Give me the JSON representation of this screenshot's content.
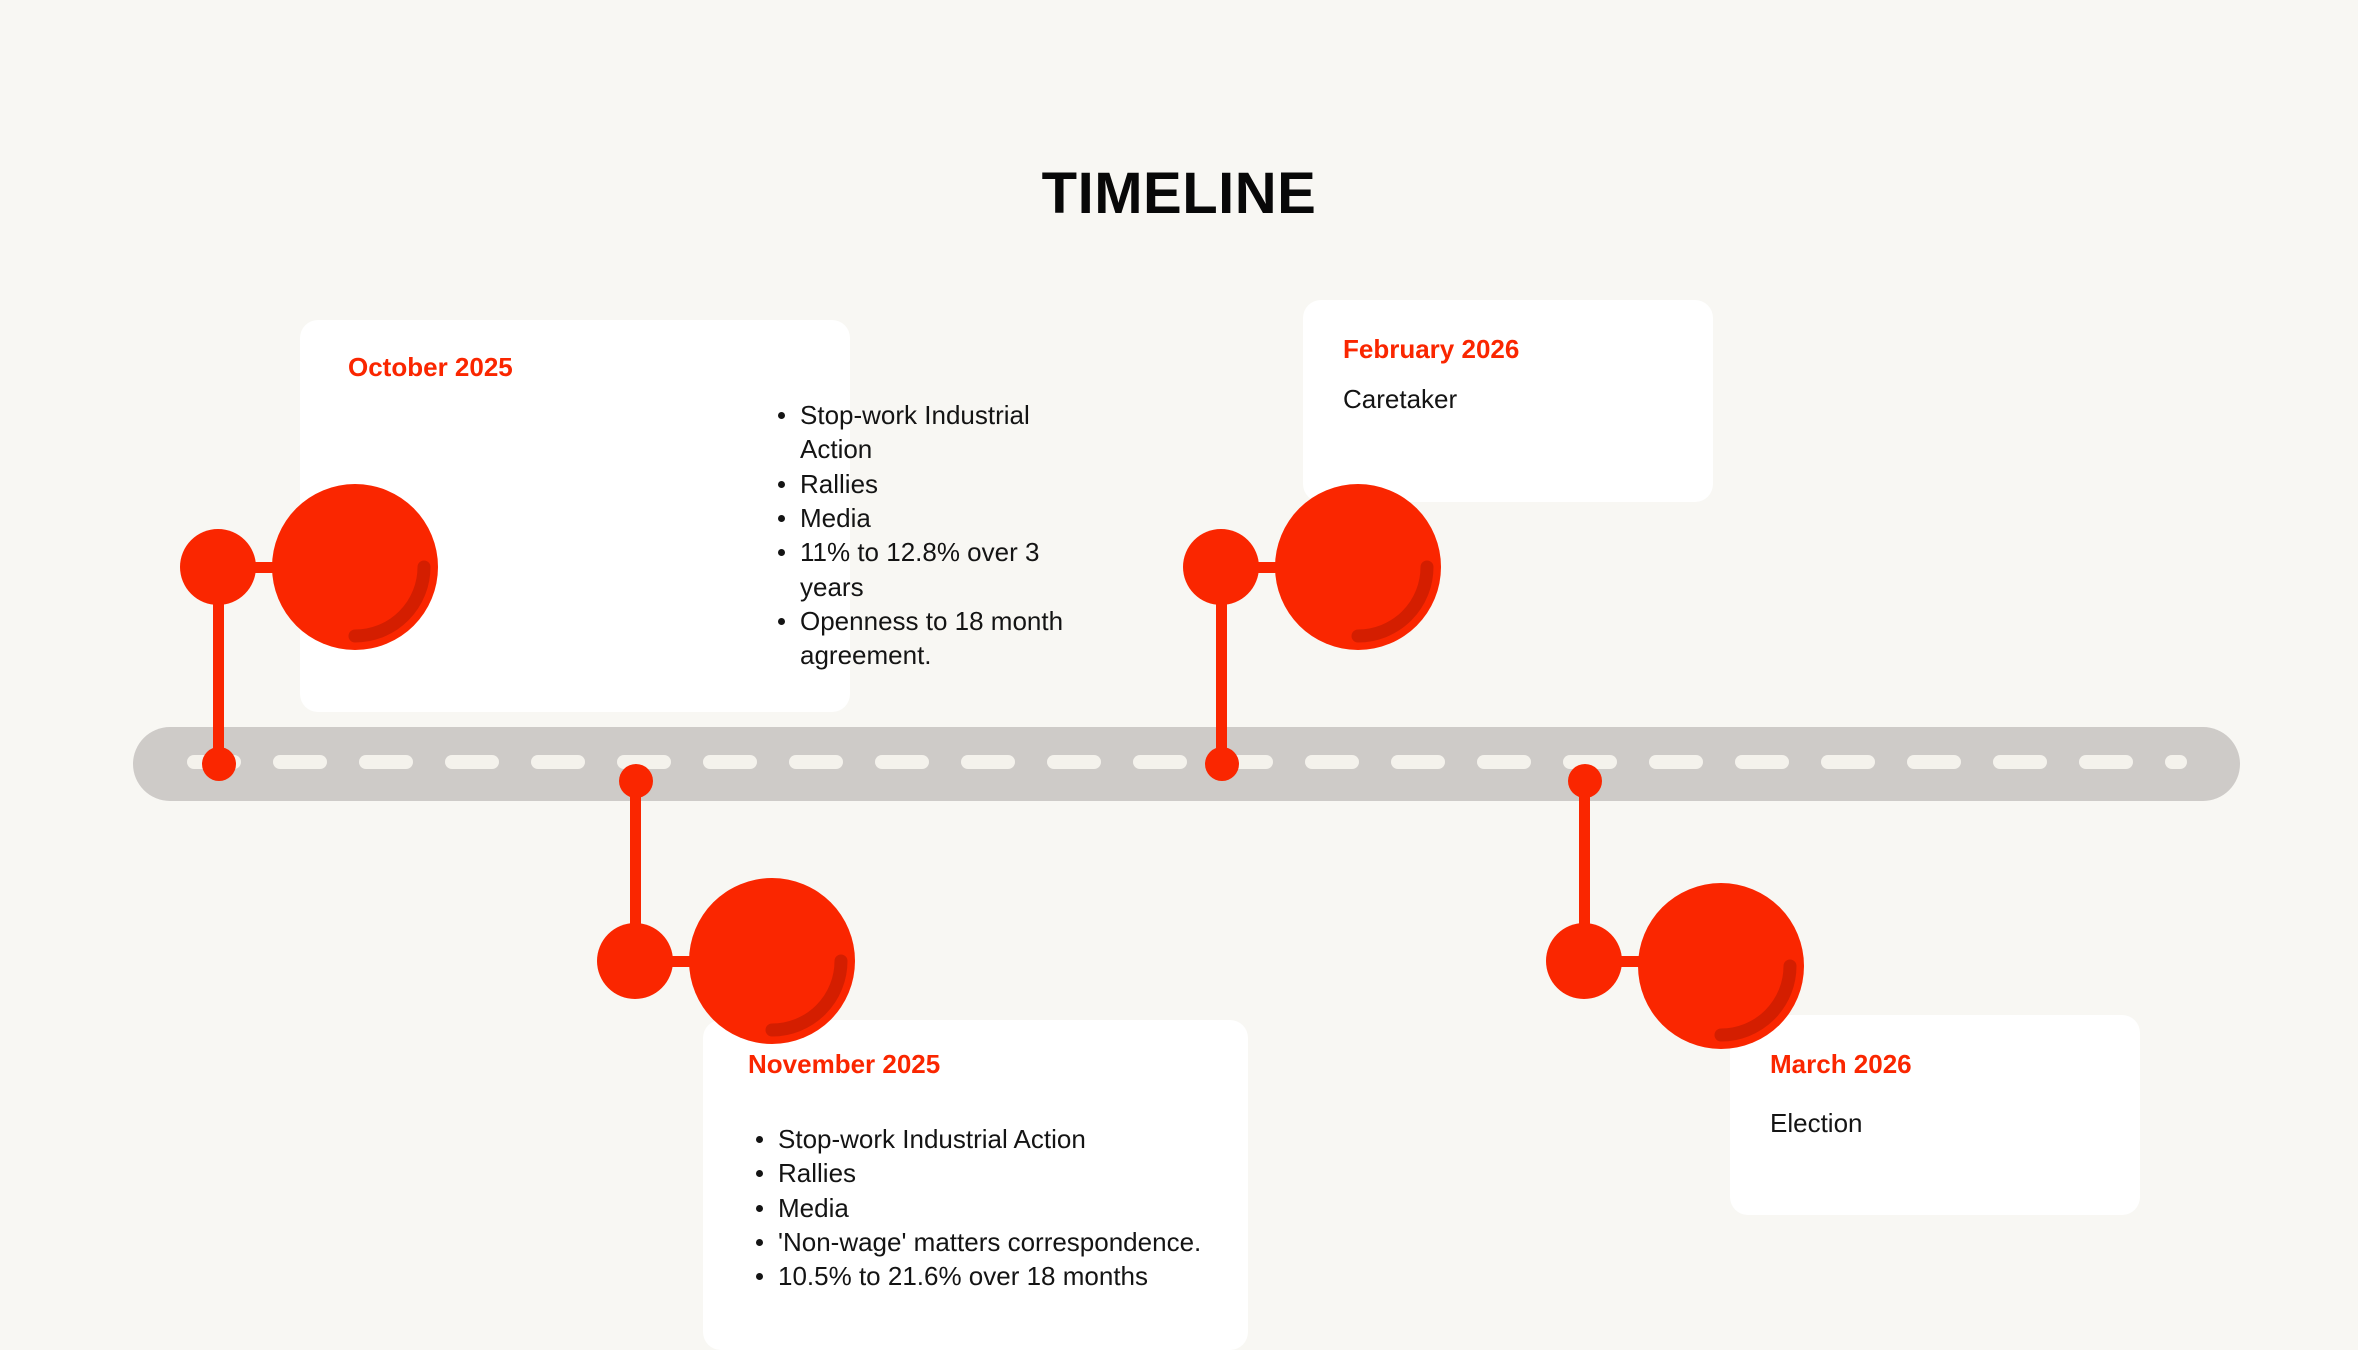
{
  "page": {
    "title": "TIMELINE",
    "background_color": "#F8F7F3",
    "accent_color": "#FA2600",
    "road_color": "#CECBC8",
    "card_color": "#FFFFFF",
    "text_color": "#141414"
  },
  "timeline": {
    "orientation": "horizontal",
    "milestones": [
      {
        "id": "october-2025",
        "date": "October 2025",
        "position": "above",
        "items": [
          "Stop-work Industrial Action",
          "Rallies",
          "Media",
          "11% to 12.8% over 3 years",
          "Openness to 18 month agreement."
        ]
      },
      {
        "id": "november-2025",
        "date": "November 2025",
        "position": "below",
        "items": [
          "Stop-work Industrial Action",
          "Rallies",
          "Media",
          "'Non-wage' matters correspondence.",
          "10.5% to 21.6% over 18 months"
        ]
      },
      {
        "id": "february-2026",
        "date": "February 2026",
        "position": "above",
        "body": "Caretaker",
        "items": []
      },
      {
        "id": "march-2026",
        "date": "March 2026",
        "position": "below",
        "body": "Election",
        "items": []
      }
    ]
  }
}
